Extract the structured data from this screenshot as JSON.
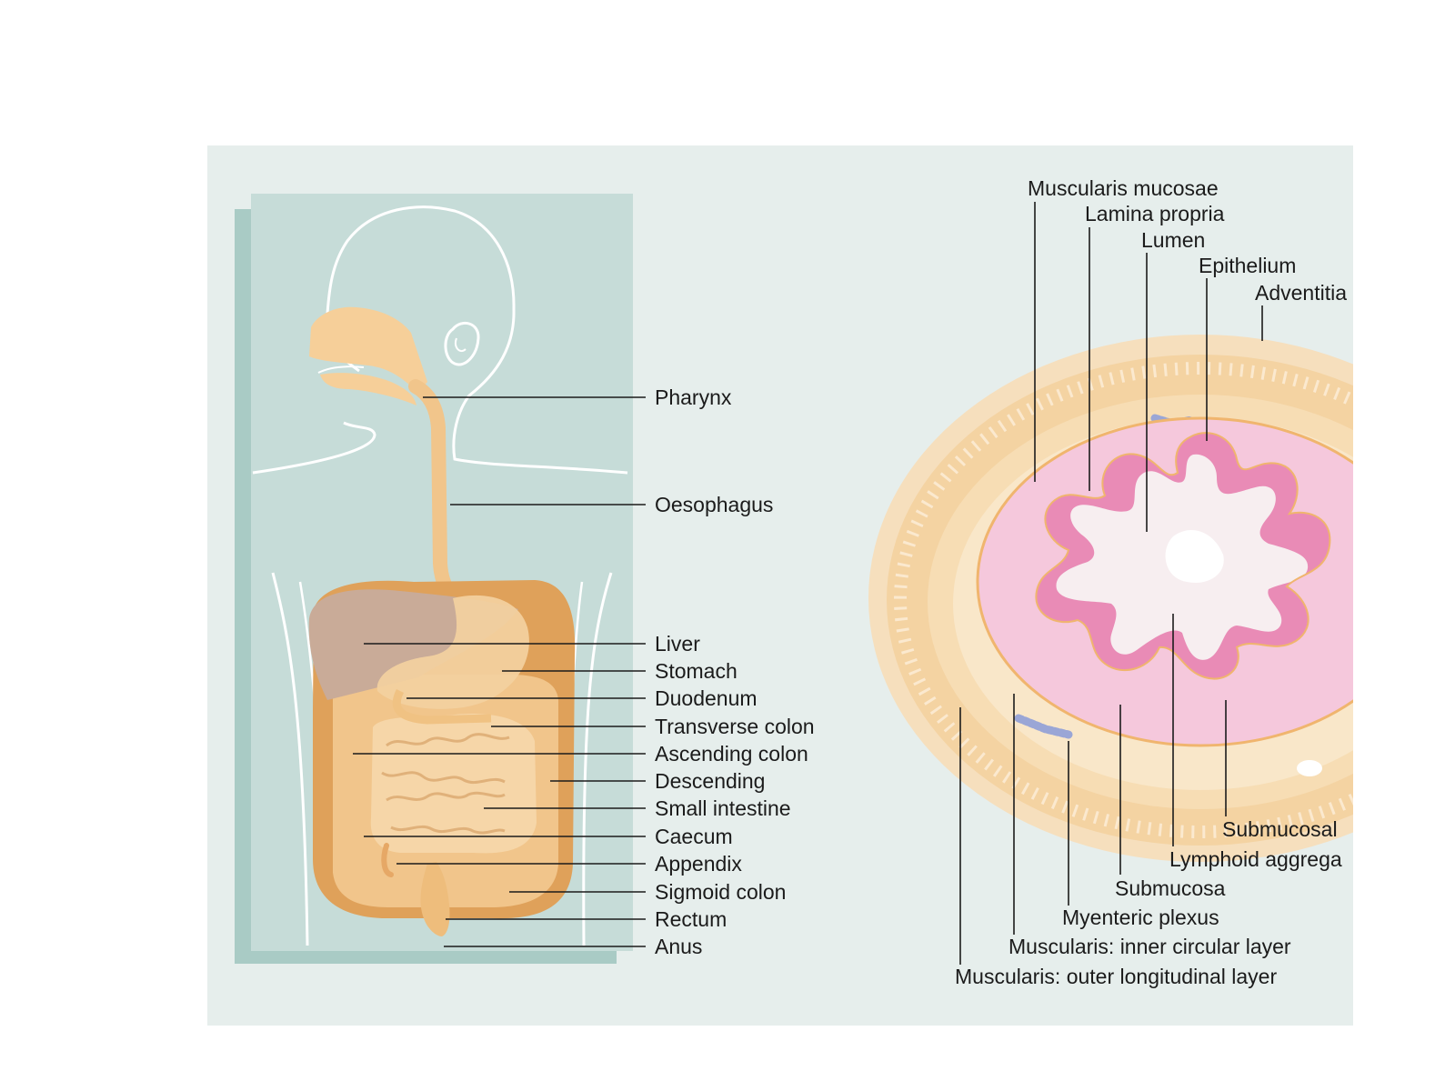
{
  "figure": {
    "left_panel": {
      "labels": [
        "Pharynx",
        "Oesophagus",
        "Liver",
        "Stomach",
        "Duodenum",
        "Transverse colon",
        "Ascending colon",
        "Descending",
        "Small intestine",
        "Caecum",
        "Appendix",
        "Sigmoid colon",
        "Rectum",
        "Anus"
      ]
    },
    "right_panel": {
      "top_labels": [
        "Muscularis mucosae",
        "Lamina propria",
        "Lumen",
        "Epithelium",
        "Adventitia"
      ],
      "bottom_labels": [
        "Submucosal",
        "Lymphoid aggrega",
        "Submucosa",
        "Myenteric plexus",
        "Muscularis: inner circular layer",
        "Muscularis: outer longitudinal layer"
      ]
    },
    "colors": {
      "panel_bg": "#e6eeec",
      "body_bg": "#c6dcd8",
      "body_shadow": "#a9cbc5",
      "organ_light": "#f6d6a8",
      "organ_mid": "#eebd7c",
      "organ_dark": "#dfa15a",
      "liver": "#c9ab98",
      "mucosa_pink": "#f5c8dc",
      "epithelium_pink": "#e98bb6",
      "muscle_tan": "#f4d9b0",
      "plexus_blue": "#9aa6d6"
    }
  }
}
